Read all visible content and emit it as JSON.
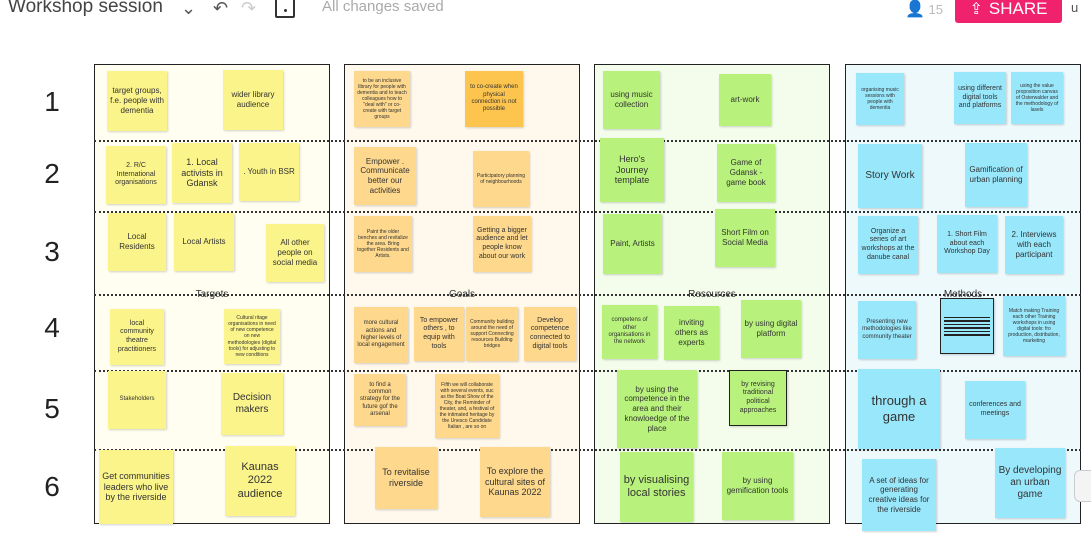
{
  "toolbar": {
    "title": "Workshop session",
    "saved_status": "All changes saved",
    "user_count": "15",
    "share_label": "SHARE",
    "truncated_right": "u"
  },
  "rows": [
    "1",
    "2",
    "3",
    "4",
    "5",
    "6"
  ],
  "column_labels": [
    "Targets",
    "Goals",
    "Resources",
    "Methods"
  ],
  "colors": {
    "share": "#f0226e",
    "yellow": "#fbf48b",
    "orange": "#fed88c",
    "green": "#b8f27c",
    "cyan": "#99e7fb"
  },
  "stickies": {
    "targets": [
      "target groups, f.e. people with dementia",
      "wider library audience",
      "2. R/C International organisations",
      "1. Local activists in Gdansk",
      ". Youth in BSR",
      "Local Residents",
      "Local Artists",
      "All other people on social media",
      "local community theatre practitioners",
      "Cultural ritage organisations in need of new competence on new methodologies (digital tools) for adjusting to new conditions",
      "Stakeholders",
      "Decision makers",
      "Get communities leaders who live by the riverside",
      "Kaunas 2022 audience"
    ],
    "goals": [
      "to be an inclusive library for people with dementia and to teach colleagues how to \"deal with\" or co-create with target groups",
      "to co-create when physical connection is not possible",
      "Empower . Communicate better our activities",
      "Participatory planning of neighbourhoods",
      "Paint the older benches and revitalize the area. Bring together Residents and Artists.",
      "Getting a bigger audience and let people know about our work",
      "more cultural actions and higher levels of local engagement",
      "To empower others , to equip with tools",
      "Community building around the need of support Connecting resources Building bridges",
      "Develop competence connected to digital tools",
      "to find a common strategy for the future gof the arsenal",
      "Fifth we will collaborate with several events, suc as the Boat Show of the City, the Reminder of theater, and, a festival of the intimated heritage by the Unesco Candidate Italian , are so on",
      "To revitalise riverside",
      "To explore the cultural sites of Kaunas 2022"
    ],
    "resources": [
      "using music collection",
      "art-work",
      "Hero's Journey template",
      "Game of Gdansk - game book",
      "Paint, Artists",
      "Short Film on Social Media",
      "competens of other organisations in the network",
      "inviting others as experts",
      "by using digital platform",
      "by using the competence in the area and their knowloedge of the place",
      "by revising traditional political approaches",
      "by visualising local stories",
      "by using gemification tools"
    ],
    "methods": [
      "organising music sessions with people with dementia",
      "using different digital tools and platforms",
      "using the value proposition canvas of Osterwalder and the methodology of lasels",
      "Story Work",
      "Gamification of urban planning",
      "Organize a series of art workshops at the danube canal",
      "1. Short Film about each Workshop Day",
      "2. Interviews with each participant",
      "Presenting new methodologies like community theater",
      "Match making Training each other Training workshops in using digital tools: fro production, distribution, marketing",
      "through a game",
      "conferences and meetings",
      "A set of ideas for generating creative ideas for the riverside",
      "By developing an urban game"
    ]
  }
}
